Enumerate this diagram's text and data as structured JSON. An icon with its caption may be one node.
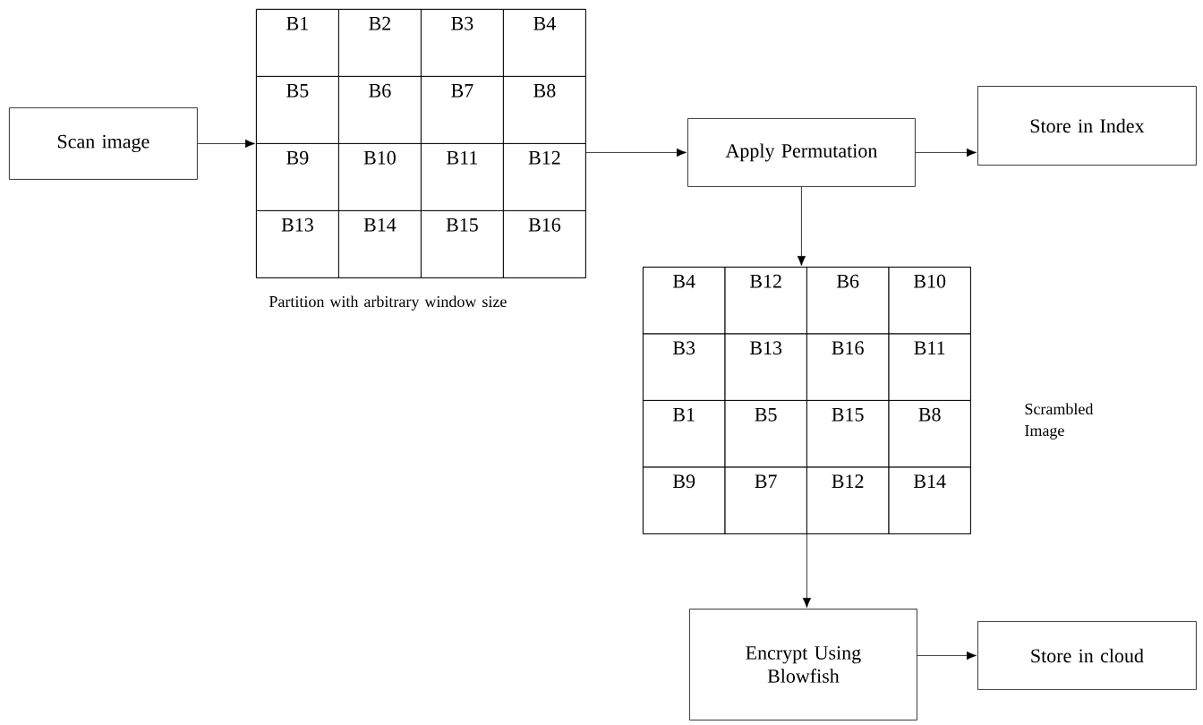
{
  "diagram": {
    "nodes": [
      {
        "text": [
          "Scan image"
        ]
      },
      {
        "text": [],
        "shape": "box",
        "beside": [
          "Partition with arbitrary window size"
        ]
      },
      {
        "text": [
          "B1"
        ],
        "in": 1
      },
      {
        "text": [
          "B2"
        ],
        "in": 1
      },
      {
        "text": [
          "B3"
        ],
        "in": 1
      },
      {
        "text": [
          "B4"
        ],
        "in": 1
      },
      {
        "text": [
          "B5"
        ],
        "in": 1
      },
      {
        "text": [
          "B6"
        ],
        "in": 1
      },
      {
        "text": [
          "B7"
        ],
        "in": 1
      },
      {
        "text": [
          "B8"
        ],
        "in": 1
      },
      {
        "text": [
          "B9"
        ],
        "in": 1
      },
      {
        "text": [
          "B10"
        ],
        "in": 1
      },
      {
        "text": [
          "B11"
        ],
        "in": 1
      },
      {
        "text": [
          "B12"
        ],
        "in": 1
      },
      {
        "text": [
          "B13"
        ],
        "in": 1
      },
      {
        "text": [
          "B14"
        ],
        "in": 1
      },
      {
        "text": [
          "B15"
        ],
        "in": 1
      },
      {
        "text": [
          "B16"
        ],
        "in": 1
      },
      {
        "text": [
          "Apply Permutation"
        ]
      },
      {
        "text": [
          "Store in Index"
        ]
      },
      {
        "text": [],
        "shape": "box",
        "beside": [
          "Scrambled Image"
        ]
      },
      {
        "text": [
          "B4"
        ],
        "in": 20
      },
      {
        "text": [
          "B12"
        ],
        "in": 20
      },
      {
        "text": [
          "B6"
        ],
        "in": 20
      },
      {
        "text": [
          "B10"
        ],
        "in": 20
      },
      {
        "text": [
          "B3"
        ],
        "in": 20
      },
      {
        "text": [
          "B13"
        ],
        "in": 20
      },
      {
        "text": [
          "B16"
        ],
        "in": 20
      },
      {
        "text": [
          "B11"
        ],
        "in": 20
      },
      {
        "text": [
          "B1"
        ],
        "in": 20
      },
      {
        "text": [
          "B5"
        ],
        "in": 20
      },
      {
        "text": [
          "B15"
        ],
        "in": 20
      },
      {
        "text": [
          "B8"
        ],
        "in": 20
      },
      {
        "text": [
          "B9"
        ],
        "in": 20
      },
      {
        "text": [
          "B7"
        ],
        "in": 20
      },
      {
        "text": [
          "B12"
        ],
        "in": 20
      },
      {
        "text": [
          "B14"
        ],
        "in": 20
      },
      {
        "text": [
          "Encrypt Using Blowfish"
        ]
      },
      {
        "text": [
          "Store in cloud"
        ]
      }
    ],
    "edges": [
      {
        "from": 0,
        "to": 1,
        "arrow": "to"
      },
      {
        "from": 1,
        "to": 18,
        "arrow": "to"
      },
      {
        "from": 18,
        "to": 19,
        "arrow": "to"
      },
      {
        "from": 18,
        "to": 20,
        "arrow": "to"
      },
      {
        "from": 20,
        "to": 37,
        "arrow": "to"
      },
      {
        "from": 37,
        "to": 38,
        "arrow": "to"
      }
    ]
  }
}
